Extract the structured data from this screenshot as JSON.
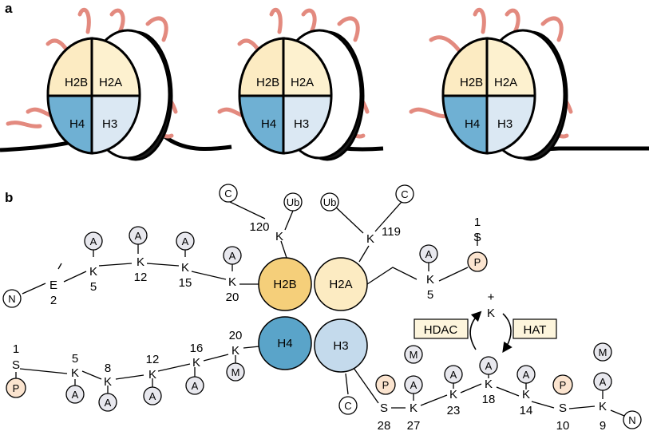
{
  "panels": {
    "a": "a",
    "b": "b"
  },
  "histones": {
    "h2b": "H2B",
    "h2a": "H2A",
    "h4": "H4",
    "h3": "H3"
  },
  "colors": {
    "h2b": "#f5cf7a",
    "h2a": "#fcebc2",
    "h4": "#5aa4c9",
    "h3": "#c4daec",
    "tail": "#e38a7f",
    "phospho": "#fbe4cf",
    "acetyl": "#e8e8ee"
  },
  "mods": {
    "acetyl": "A",
    "methyl": "M",
    "phospho": "P",
    "ubiquitin": "Ub",
    "cterm": "C",
    "nterm": "N"
  },
  "residues": {
    "h2b": {
      "e2": "E",
      "e2n": "2",
      "k5": "K",
      "k5n": "5",
      "k12": "K",
      "k12n": "12",
      "k15": "K",
      "k15n": "15",
      "k20": "K",
      "k20n": "20",
      "k120": "K",
      "k120n": "120"
    },
    "h2a": {
      "s1": "S",
      "s1n": "1",
      "k5": "K",
      "k5n": "5",
      "k119": "K",
      "k119n": "119"
    },
    "h4": {
      "s1": "S",
      "s1n": "1",
      "k5": "K",
      "k5n": "5",
      "k8": "K",
      "k8n": "8",
      "k12": "K",
      "k12n": "12",
      "k16": "K",
      "k16n": "16",
      "k20": "K",
      "k20n": "20"
    },
    "h3": {
      "s28": "S",
      "s28n": "28",
      "k27": "K",
      "k27n": "27",
      "k23": "K",
      "k23n": "23",
      "k18": "K",
      "k18n": "18",
      "k14": "K",
      "k14n": "14",
      "s10": "S",
      "s10n": "10",
      "k9": "K",
      "k9n": "9"
    }
  },
  "reaction": {
    "lysine": "K",
    "charge": "+",
    "hdac": "HDAC",
    "hat": "HAT"
  }
}
